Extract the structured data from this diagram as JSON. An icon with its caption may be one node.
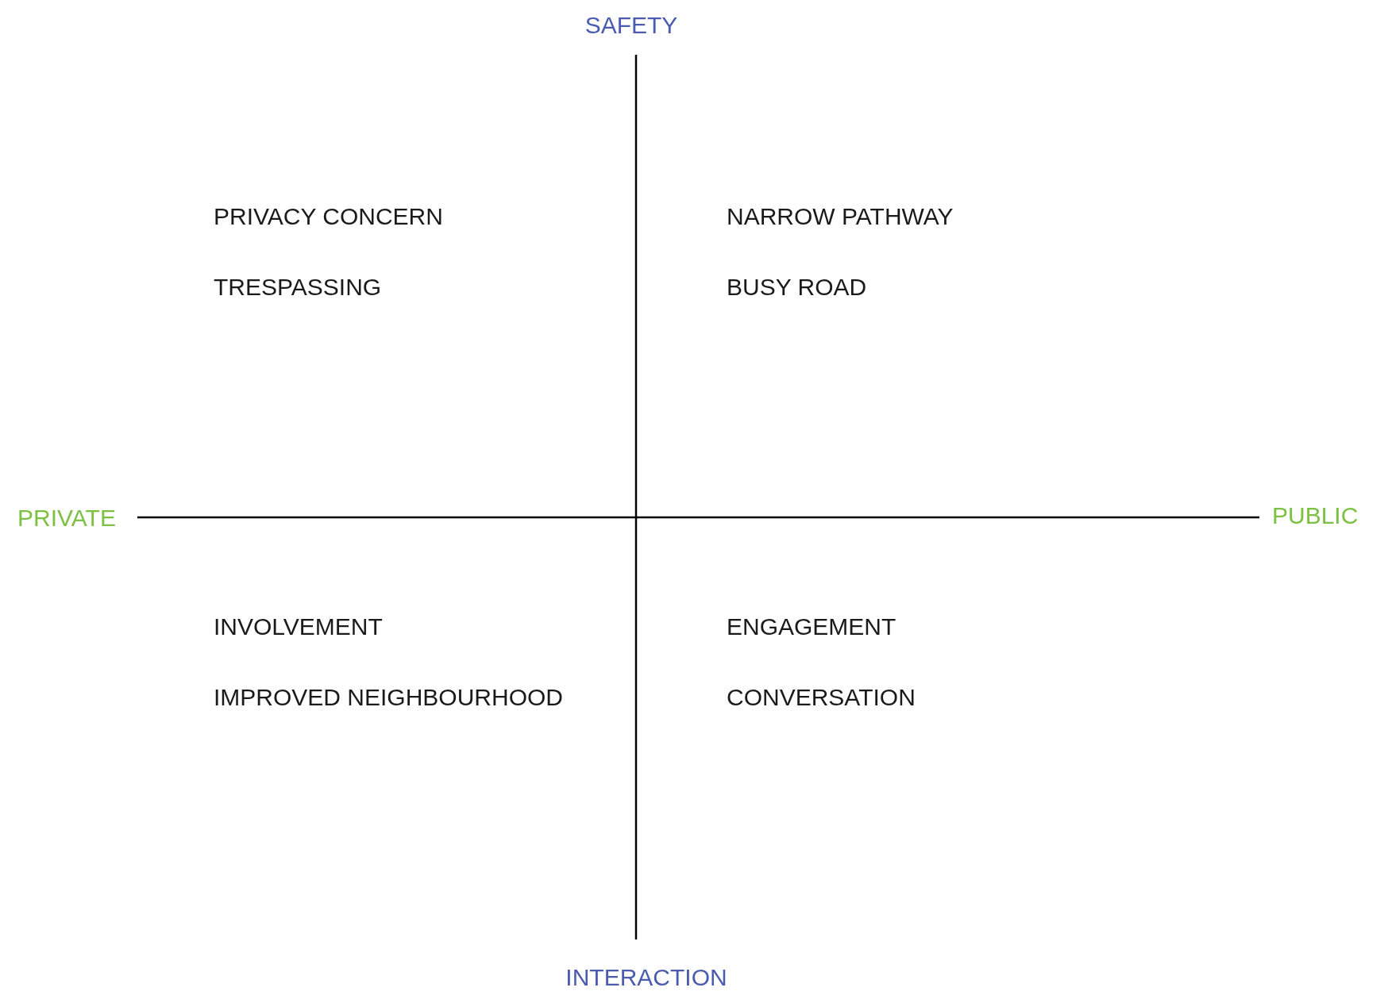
{
  "diagram": {
    "labels": [
      "SAFETY",
      "PRIVACY CONCERN",
      "NARROW PATHWAY",
      "TRESPASSING",
      "BUSY ROAD",
      "PRIVATE",
      "PUBLIC",
      "INVOLVEMENT",
      "ENGAGEMENT",
      "IMPROVED NEIGHBOURHOOD",
      "CONVERSATION",
      "INTERACTION"
    ]
  }
}
